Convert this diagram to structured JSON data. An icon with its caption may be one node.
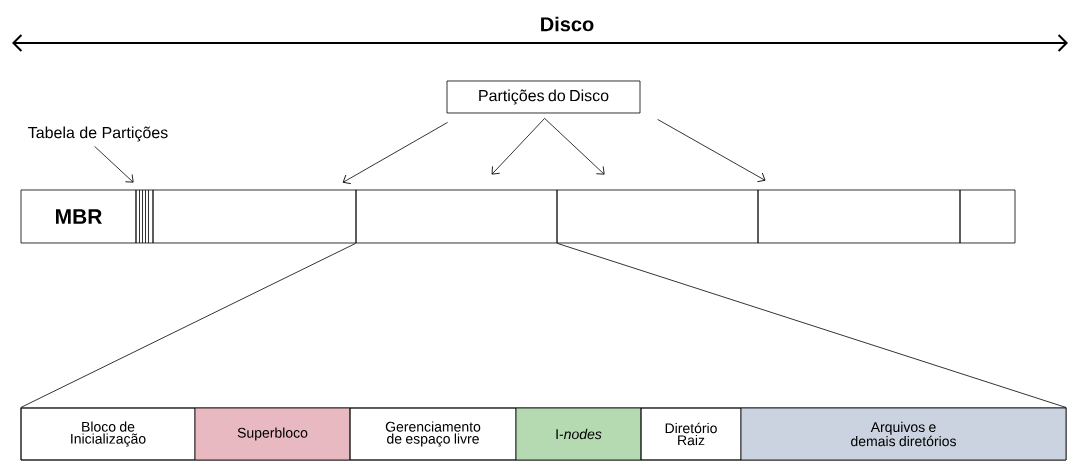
{
  "diagram": {
    "nodes": [
      {
        "text": [
          "MBR"
        ]
      },
      {
        "text": [],
        "shape": "bar"
      },
      {
        "text": [
          "Partições do Disco"
        ]
      },
      {
        "text": [
          "Tabela de Partições"
        ]
      },
      {
        "text": [],
        "shape": "box"
      },
      {
        "text": [],
        "shape": "box"
      },
      {
        "text": [],
        "shape": "box"
      },
      {
        "text": [],
        "shape": "box"
      },
      {
        "text": [],
        "shape": "box"
      },
      {
        "text": [],
        "shape": "box"
      },
      {
        "text": [
          "Bloco de Inicialização"
        ],
        "in": 9
      },
      {
        "text": [
          "Superbloco"
        ],
        "in": 9
      },
      {
        "text": [
          "Gerenciamento de espaço livre"
        ],
        "in": 9
      },
      {
        "text": [
          "I-*nodes*"
        ],
        "in": 9
      },
      {
        "text": [
          "Diretório Raiz"
        ],
        "in": 9
      },
      {
        "text": [
          "Arquivos e demais diretórios"
        ],
        "in": 9
      }
    ],
    "edges": [
      {
        "from": 2,
        "to": 4,
        "arrow": "to"
      },
      {
        "from": 2,
        "to": 5,
        "arrow": "to"
      },
      {
        "from": 2,
        "to": 6,
        "arrow": "to"
      },
      {
        "from": 2,
        "to": 7,
        "arrow": "to"
      },
      {
        "from": 3,
        "to": 1,
        "arrow": "to"
      },
      {
        "from": 5,
        "to": 9,
        "arrow": "none"
      },
      {
        "from": 5,
        "to": 9,
        "arrow": "none"
      }
    ],
    "labels": [
      "Disco"
    ]
  }
}
